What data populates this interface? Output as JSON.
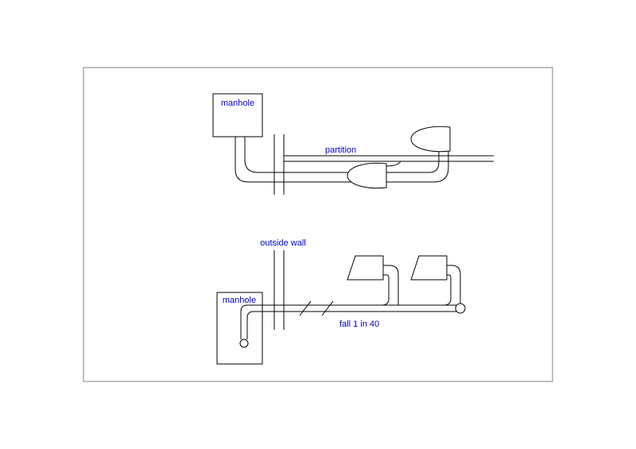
{
  "colors": {
    "background": "#ffffff",
    "line": "#000000",
    "label": "#0000cc",
    "border": "#808080"
  },
  "plan_view": {
    "manhole_label": "manhole",
    "partition_label": "partition"
  },
  "section_view": {
    "outside_wall_label": "outside wall",
    "manhole_label": "manhole",
    "fall_label": "fall 1 in 40"
  }
}
